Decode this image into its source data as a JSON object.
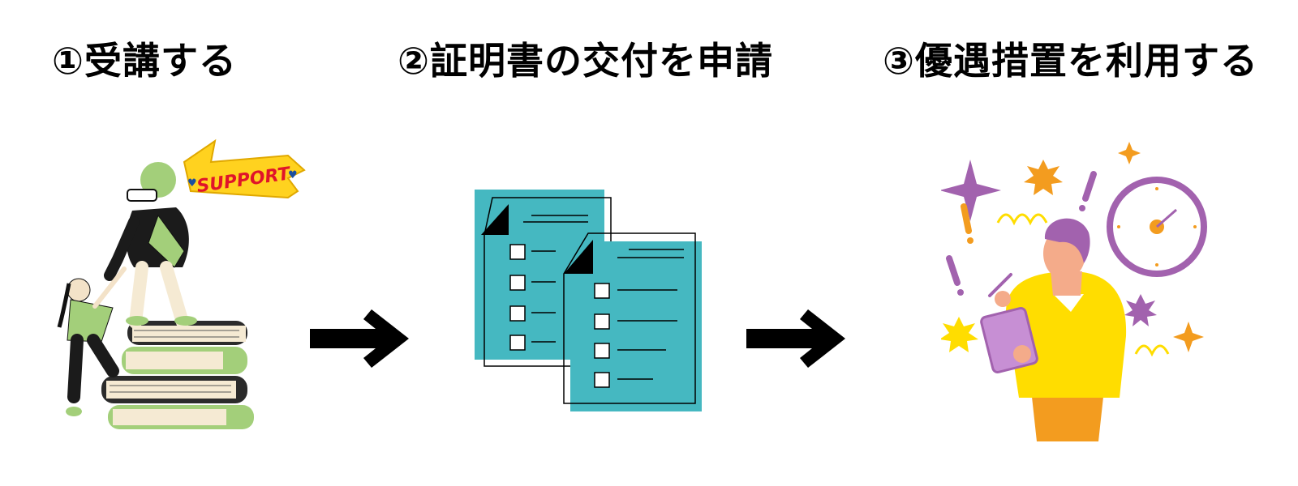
{
  "steps": [
    {
      "title": "①受講する",
      "banner": "SUPPORT"
    },
    {
      "title": "②証明書の交付を申請"
    },
    {
      "title": "③優遇措置を利用する"
    }
  ],
  "colors": {
    "text": "#000000",
    "teal": "#45b8c1",
    "green": "#a3cf7a",
    "purple": "#a262ae",
    "yellow": "#ffdd00",
    "orange": "#f39c1f",
    "skin": "#f4ab8a"
  }
}
